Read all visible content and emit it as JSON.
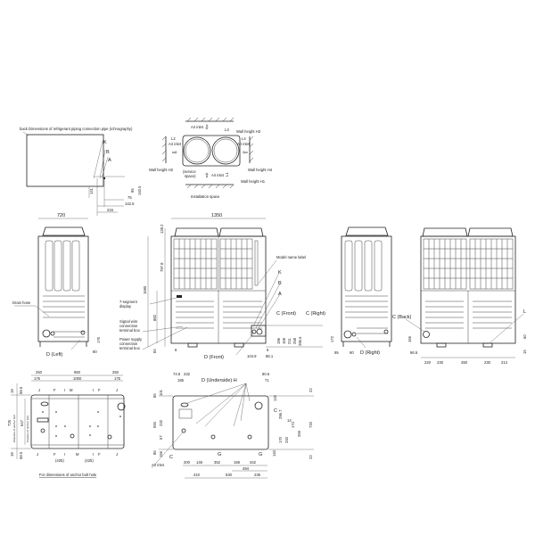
{
  "piping": {
    "title": "back  Dimensions of refrigerant piping connection pipe (ichnography)",
    "K": "K",
    "B": "B",
    "A": "A",
    "d141": "141",
    "d95": "95",
    "d140_5": "140.5",
    "d75": "75",
    "d142_5": "142.5",
    "d234": "234"
  },
  "installation": {
    "caption": "Installation space",
    "air_inlet": "Air inlet",
    "L1": "L1",
    "L2": "L2",
    "L3": "L3",
    "L4": "L4",
    "H1": "Wall height H1",
    "H2": "Wall height H2",
    "H3": "Wall height H3",
    "H4": "Wall height H4",
    "service1": "(service",
    "service2": "space)"
  },
  "left_view": {
    "width": "720",
    "drain_hose": "Drain hose",
    "d_left": "D (Left)",
    "d175": "175",
    "d80": "80"
  },
  "front_view": {
    "width": "1350",
    "d128_2": "128.2",
    "d797_8": "797.8",
    "d1690": "1690",
    "d882": "882",
    "d84": "84",
    "model_label": "Model name label",
    "K": "K",
    "B": "B",
    "A": "A",
    "c_front": "C (Front)",
    "c_right": "C (Right)",
    "seg_display": [
      "7-segment",
      "display"
    ],
    "signal_box": [
      "Signal wire",
      "connection",
      "terminal box"
    ],
    "power_box": [
      "Power supply",
      "connection",
      "terminal box"
    ],
    "d_front": "D (Front)",
    "d6a": "6",
    "d104_9": "104.9",
    "d6b": "6",
    "d86_1": "86.1",
    "d196": "196",
    "d169": "169",
    "d211": "211",
    "d258": "258",
    "d296_6": "296.6"
  },
  "right_view": {
    "d172": "172",
    "d95": "95",
    "d90": "90",
    "d_right": "D (Right)"
  },
  "back_view": {
    "c_back": "C (Back)",
    "L": "L",
    "d166": "166",
    "d86_5": "86.5",
    "d220": "220",
    "d230a": "230",
    "d450": "450",
    "d230b": "230",
    "d214": "214",
    "d60": "60",
    "d15": "15"
  },
  "anchor_plan": {
    "d250a": "250",
    "d850": "850",
    "d250b": "250",
    "d175a": "175",
    "d1000": "1000",
    "d175b": "175",
    "top_labels": [
      "J",
      "F",
      "I",
      "M",
      "I",
      "F",
      "J"
    ],
    "bottom_labels": [
      "J",
      "F",
      "I",
      "M",
      "I",
      "F",
      "J"
    ],
    "d19a": "19",
    "d58_5a": "58.5",
    "d726": "726",
    "d647": "647",
    "d19b": "19",
    "d58_5b": "58.5",
    "dist_anchor": "Distance of anchor bolt",
    "pos_anchor": "Position of anchor bolt",
    "d425a": "(425)",
    "d425b": "(425)",
    "caption": "For dimensions of anchor bolt hole"
  },
  "underside_plan": {
    "d74_5": "74.5",
    "d232a": "232",
    "d185": "185",
    "d80_5": "80.5",
    "d71": "71",
    "d_underside": "D (Underside)  H",
    "d101": "101",
    "d232b": "232",
    "d57": "57",
    "d156": "156",
    "d85a": "85",
    "d594": "594",
    "d85b": "85",
    "d120": "120",
    "d296_7": "296.7",
    "d14": "14",
    "d174": "174",
    "d265": "265",
    "d170": "170",
    "d240": "240",
    "d140": "140",
    "d22a": "22",
    "d720": "720",
    "d22b": "22",
    "C1": "C",
    "C2": "C",
    "G1": "G",
    "G2": "G",
    "d200": "200",
    "d148": "148",
    "d352": "352",
    "d158": "158",
    "d342": "342",
    "d494": "494",
    "d410": "410",
    "d530": "530",
    "d235": "235",
    "air_inlet": "Air inlet"
  }
}
